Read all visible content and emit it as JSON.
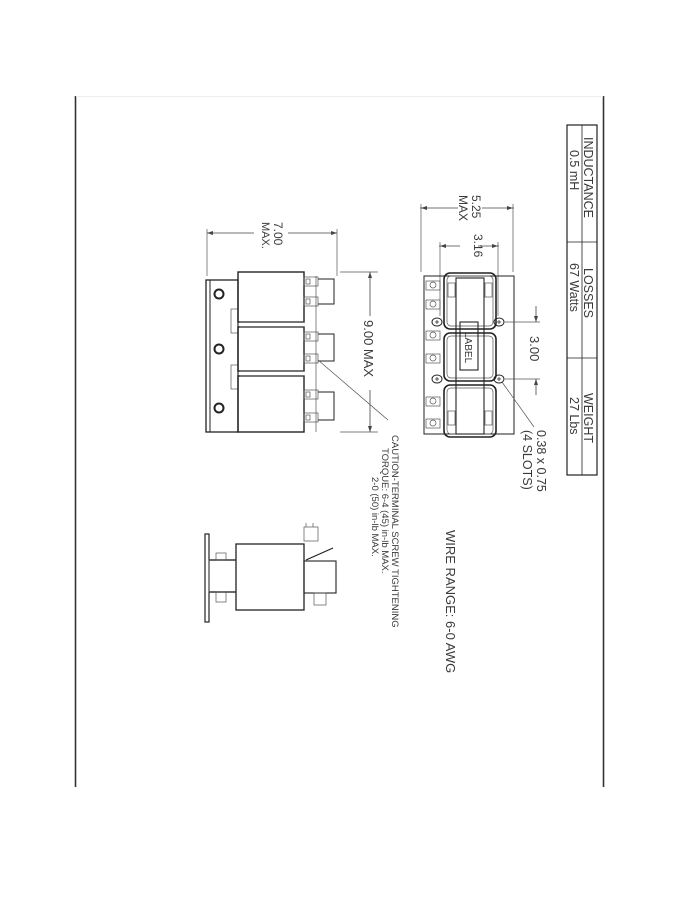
{
  "spec_table": {
    "columns": [
      {
        "header": "INDUCTANCE",
        "value": "0.5 mH"
      },
      {
        "header": "LOSSES",
        "value": "67 Watts"
      },
      {
        "header": "WEIGHT",
        "value": "27 Lbs"
      }
    ]
  },
  "top_view": {
    "dim_overall": {
      "value": "5.25",
      "suffix": "MAX"
    },
    "dim_mounting": {
      "value": "3.16"
    },
    "dim_slot_spacing": {
      "value": "3.00"
    },
    "slot_callout": {
      "line1": "0.38 x 0.75",
      "line2": "(4 SLOTS)"
    },
    "label_text": "LABEL"
  },
  "front_view": {
    "dim_height": {
      "value": "7.00",
      "suffix": "MAX."
    },
    "dim_length": {
      "value": "9.00  MAX"
    }
  },
  "notes": {
    "caution_title": "CAUTION-TERMINAL SCREW TIGHTENING",
    "torque_line1": "TORQUE: 6-4 (45) in-lb MAX.",
    "torque_line2": "2-0 (50) in-lb MAX.",
    "wire_range": "WIRE  RANGE:  6-0  AWG"
  }
}
